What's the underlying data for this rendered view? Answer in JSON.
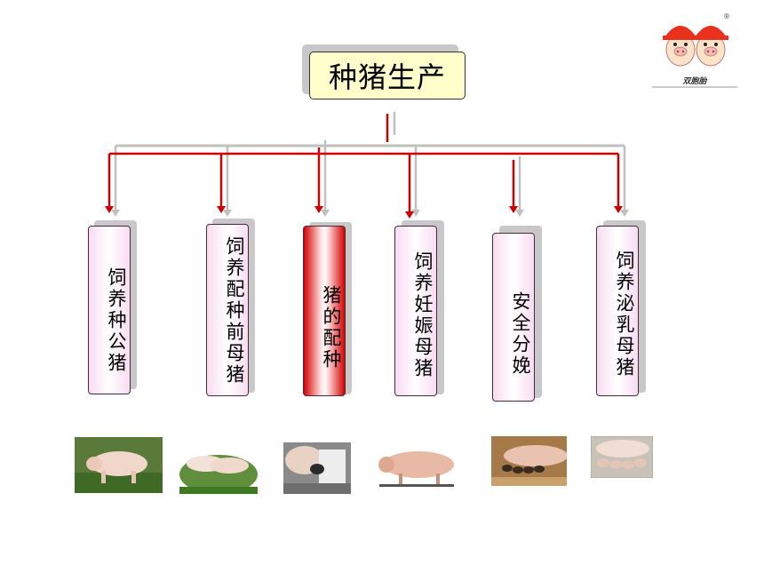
{
  "logo": {
    "text": "双胞胎",
    "mark": "®"
  },
  "root": {
    "label": "种猪生产"
  },
  "children": [
    {
      "label": "饲养种公猪"
    },
    {
      "label": "饲养配种前母猪"
    },
    {
      "label": "猪的配种"
    },
    {
      "label": "饲养妊娠母猪"
    },
    {
      "label": "安全分娩"
    },
    {
      "label": "饲养泌乳母猪"
    }
  ],
  "colors": {
    "red_arrow": "#cc0000",
    "gray_arrow": "#c0c0c0",
    "root_fill": "#ffffcc",
    "child_fill": "#f8dcf2"
  }
}
